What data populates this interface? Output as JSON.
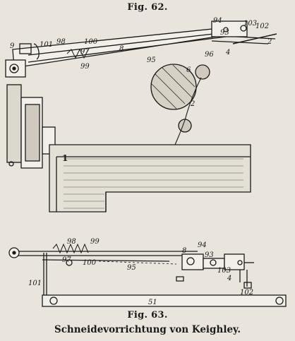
{
  "figure_62": {
    "title": "Fig. 62.",
    "labels": {
      "l94": "94",
      "l93": "93",
      "l103": "103",
      "l102": "102",
      "l2a": "2",
      "l9": "9",
      "l101": "101",
      "l98": "98",
      "l100": "100",
      "l97": "97",
      "l8": "8",
      "l99": "99",
      "l95": "95",
      "l96": "96",
      "l4": "4",
      "l6": "6",
      "l2b": "2",
      "l1": "1"
    }
  },
  "figure_63": {
    "title": "Fig. 63.",
    "labels": {
      "l98": "98",
      "l99": "99",
      "l8": "8",
      "l94": "94",
      "l97": "97",
      "l100": "100",
      "l95": "95",
      "l93": "93",
      "l103": "103",
      "l4": "4",
      "l102": "102",
      "l101": "101",
      "l51": "51"
    }
  },
  "caption": "Schneidevorrichtung von Keighley."
}
